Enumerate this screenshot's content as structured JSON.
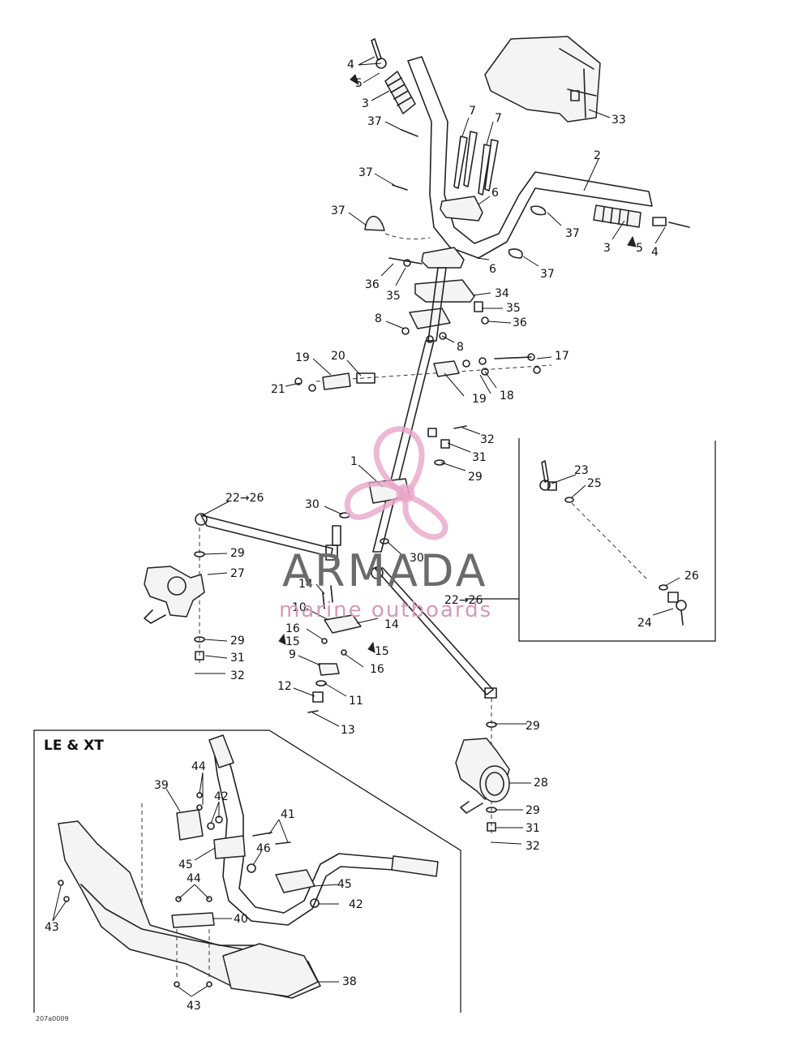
{
  "inset_label": "LE & XT",
  "watermark": {
    "brand": "ARMADA",
    "tagline": "marine outboards"
  },
  "drawing_code": "207a0009",
  "labels": [
    "1",
    "2",
    "3",
    "4",
    "5",
    "6",
    "7",
    "8",
    "9",
    "10",
    "11",
    "12",
    "13",
    "14",
    "15",
    "16",
    "17",
    "18",
    "19",
    "20",
    "21",
    "22→26",
    "23",
    "24",
    "25",
    "26",
    "27",
    "28",
    "29",
    "30",
    "31",
    "32",
    "33",
    "34",
    "35",
    "36",
    "37",
    "38",
    "39",
    "40",
    "41",
    "42",
    "43",
    "44",
    "45",
    "46"
  ]
}
